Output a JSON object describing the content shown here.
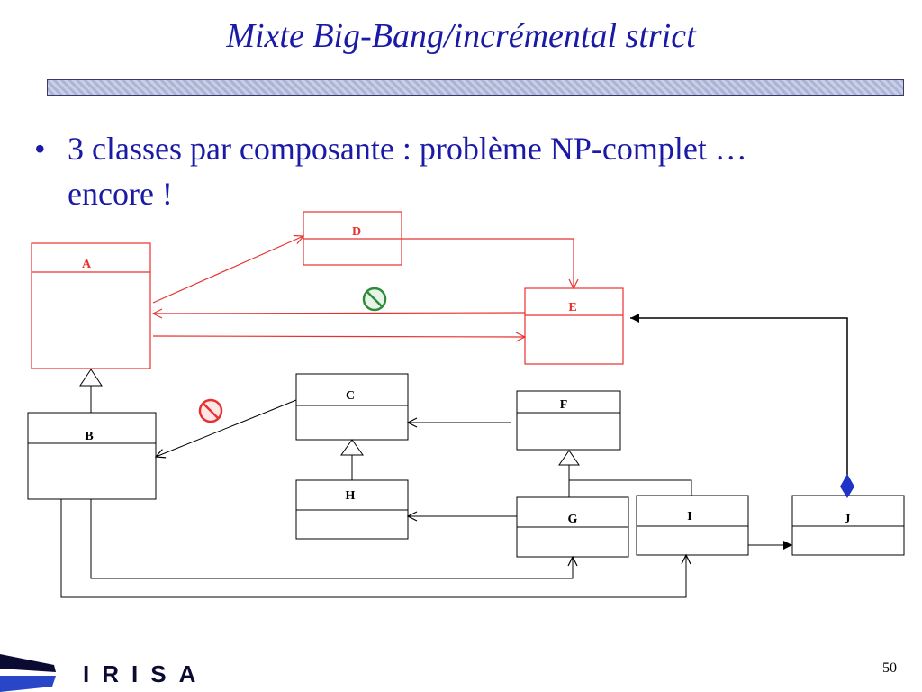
{
  "slide": {
    "title": "Mixte Big-Bang/incrémental strict",
    "bullet_dot": "•",
    "bullet_text": "3 classes par composante : problème NP-complet … encore !",
    "page_number": "50",
    "logo_text": "IRISA"
  },
  "diagram": {
    "classes": {
      "A": "A",
      "B": "B",
      "C": "C",
      "D": "D",
      "E": "E",
      "F": "F",
      "G": "G",
      "H": "H",
      "I": "I",
      "J": "J"
    },
    "colors": {
      "red": "#e8312e",
      "black": "#000000",
      "green": "#2e8b3a",
      "blue": "#1f33c8"
    }
  }
}
